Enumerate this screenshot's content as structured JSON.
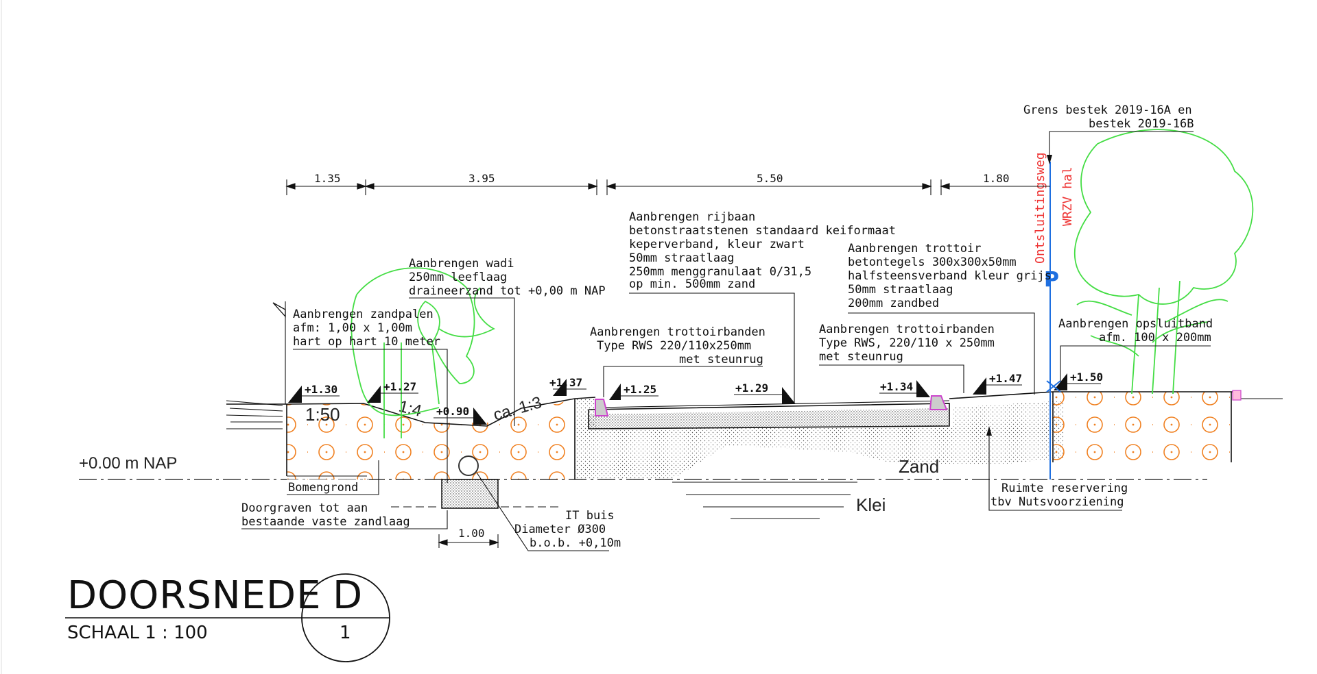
{
  "drawing": {
    "title": "DOORSNEDE",
    "scale": "SCHAAL 1 : 100",
    "section_letter": "D",
    "sheet_number": "1"
  },
  "dimensions": [
    "1.35",
    "3.95",
    "5.50",
    "1.80",
    "1.00"
  ],
  "levels": [
    "+1.30",
    "+1.27",
    "+0.90",
    "+1.37",
    "+1.25",
    "+1.29",
    "+1.34",
    "+1.47",
    "+1.50"
  ],
  "slopes": [
    "1:50",
    "1:4",
    "ca. 1:3"
  ],
  "nap_label": "+0.00 m NAP",
  "soil": {
    "zand": "Zand",
    "klei": "Klei"
  },
  "notes": {
    "grens": [
      "Grens bestek 2019-16A en",
      "bestek 2019-16B"
    ],
    "rijbaan": [
      "Aanbrengen rijbaan",
      "betonstraatstenen standaard keiformaat",
      "keperverband, kleur zwart",
      "50mm straatlaag",
      "250mm menggranulaat 0/31,5",
      "op min. 500mm zand"
    ],
    "wadi": [
      "Aanbrengen wadi",
      "250mm leeflaag",
      "draineerzand tot +0,00 m NAP"
    ],
    "trottoir": [
      "Aanbrengen trottoir",
      "betontegels 300x300x50mm",
      "halfsteensverband kleur grijs",
      "50mm straatlaag",
      "200mm zandbed"
    ],
    "zandpalen": [
      "Aanbrengen zandpalen",
      "afm: 1,00 x 1,00m",
      "hart op hart 10 meter"
    ],
    "trottoirbanden_1": [
      "Aanbrengen trottoirbanden",
      "Type RWS 220/110x250mm",
      "met steunrug"
    ],
    "trottoirbanden_2": [
      "Aanbrengen trottoirbanden",
      "Type RWS, 220/110 x 250mm",
      "met steunrug"
    ],
    "opsluitband": [
      "Aanbrengen opsluitband",
      "afm. 100 x 200mm"
    ],
    "bomengrond": "Bomengrond",
    "doorgraven": [
      "Doorgraven tot aan",
      "bestaande vaste zandlaag"
    ],
    "it_buis": [
      "IT buis",
      "Diameter Ø300",
      "b.o.b. +0,10m"
    ],
    "ruimte": [
      "Ruimte reservering",
      "tbv Nutsvoorziening"
    ]
  },
  "vertical_labels": {
    "ontsluitingsweg": "Ontsluitingsweg",
    "wrzv_hal": "WRZV hal",
    "p_symbol": "P"
  },
  "colors": {
    "tree": "#44dd44",
    "fill_circle": "#f08020",
    "boundary": "#1e6fe0",
    "label_red": "#e33333",
    "kerb": "#cc44cc"
  }
}
